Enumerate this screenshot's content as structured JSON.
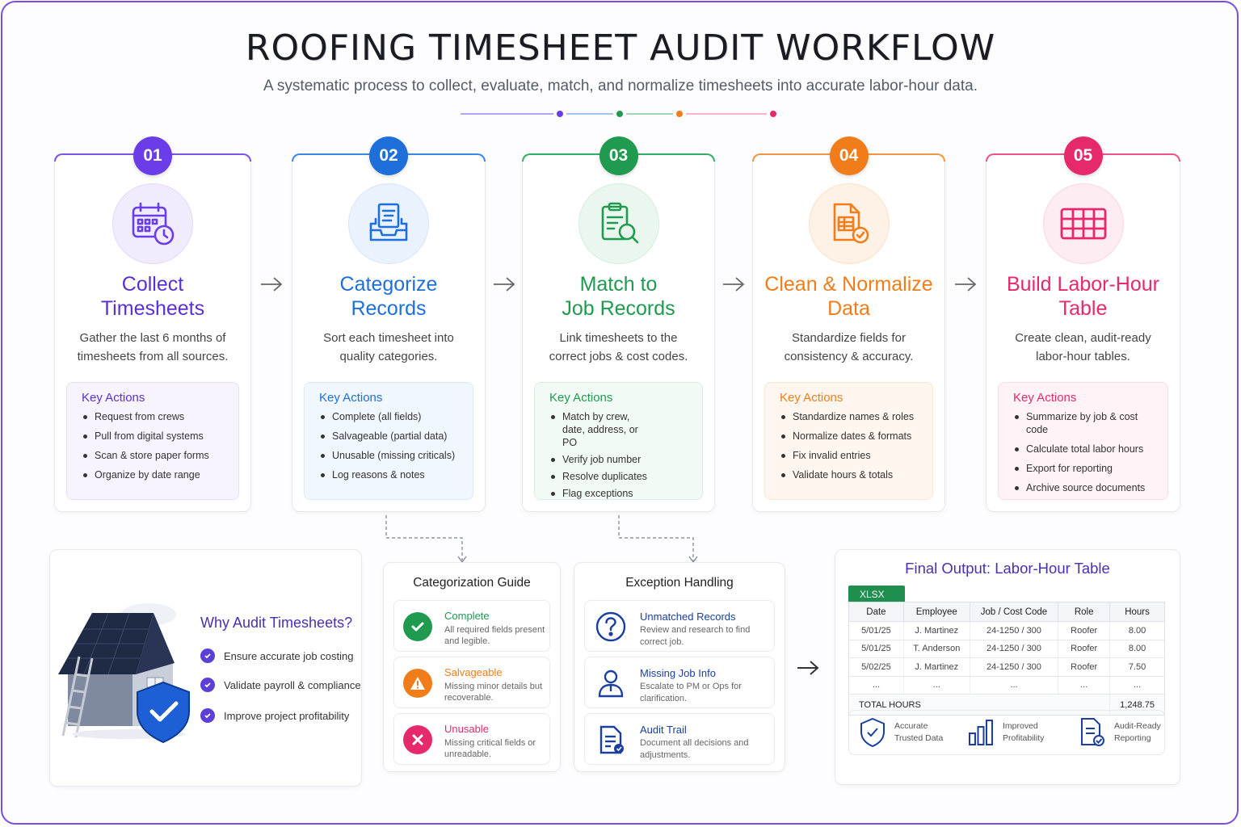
{
  "header": {
    "title": "ROOFING TIMESHEET AUDIT WORKFLOW",
    "subtitle": "A systematic process to collect, evaluate, match, and normalize timesheets into accurate labor-hour data."
  },
  "colors": {
    "purple": "#6a3de8",
    "blue": "#1e6fd9",
    "green": "#1f9a4f",
    "orange": "#f07d1a",
    "pink": "#e6296b"
  },
  "steps": [
    {
      "num": "01",
      "title_1": "Collect",
      "title_2": "Timesheets",
      "desc_1": "Gather the last 6 months of",
      "desc_2": "timesheets from all sources.",
      "icon": "calendar-clock-icon",
      "key_head": "Key Actions",
      "actions": [
        "Request from crews",
        "Pull from digital systems",
        "Scan & store paper forms",
        "Organize by date range"
      ]
    },
    {
      "num": "02",
      "title_1": "Categorize",
      "title_2": "Records",
      "desc_1": "Sort each timesheet into",
      "desc_2": "quality categories.",
      "icon": "inbox-document-icon",
      "key_head": "Key Actions",
      "actions": [
        "Complete (all fields)",
        "Salvageable (partial data)",
        "Unusable (missing criticals)",
        "Log reasons & notes"
      ]
    },
    {
      "num": "03",
      "title_1": "Match to",
      "title_2": "Job Records",
      "desc_1": "Link timesheets to the",
      "desc_2": "correct jobs & cost codes.",
      "icon": "clipboard-search-icon",
      "key_head": "Key Actions",
      "actions": [
        "Match by crew, date, address, or PO",
        "Verify job number",
        "Resolve duplicates",
        "Flag exceptions"
      ]
    },
    {
      "num": "04",
      "title_1": "Clean & Normalize",
      "title_2": "Data",
      "desc_1": "Standardize fields for",
      "desc_2": "consistency & accuracy.",
      "icon": "document-check-icon",
      "key_head": "Key Actions",
      "actions": [
        "Standardize names & roles",
        "Normalize dates & formats",
        "Fix invalid entries",
        "Validate hours & totals"
      ]
    },
    {
      "num": "05",
      "title_1": "Build Labor-Hour",
      "title_2": "Table",
      "desc_1": "Create clean, audit-ready",
      "desc_2": "labor-hour tables.",
      "icon": "table-grid-icon",
      "key_head": "Key Actions",
      "actions": [
        "Summarize by job & cost code",
        "Calculate total labor hours",
        "Export for reporting",
        "Archive source documents"
      ]
    }
  ],
  "why": {
    "title": "Why Audit Timesheets?",
    "items": [
      "Ensure accurate job costing",
      "Validate payroll & compliance",
      "Improve project profitability"
    ]
  },
  "guide": {
    "title": "Categorization Guide",
    "items": [
      {
        "label": "Complete",
        "desc": "All required fields present and legible."
      },
      {
        "label": "Salvageable",
        "desc": "Missing minor details but recoverable."
      },
      {
        "label": "Unusable",
        "desc": "Missing critical fields or unreadable."
      }
    ]
  },
  "exceptions": {
    "title": "Exception Handling",
    "items": [
      {
        "label": "Unmatched Records",
        "desc": "Review and research to find correct job."
      },
      {
        "label": "Missing Job Info",
        "desc": "Escalate to PM or Ops for clarification."
      },
      {
        "label": "Audit Trail",
        "desc": "Document all decisions and adjustments."
      }
    ]
  },
  "output": {
    "title": "Final Output: Labor-Hour Table",
    "tag": "XLSX",
    "columns": [
      "Date",
      "Employee",
      "Job / Cost Code",
      "Role",
      "Hours"
    ],
    "rows": [
      [
        "5/01/25",
        "J. Martinez",
        "24-1250 / 300",
        "Roofer",
        "8.00"
      ],
      [
        "5/01/25",
        "T. Anderson",
        "24-1250 / 300",
        "Roofer",
        "8.00"
      ],
      [
        "5/02/25",
        "J. Martinez",
        "24-1250 / 300",
        "Roofer",
        "7.50"
      ],
      [
        "...",
        "...",
        "...",
        "...",
        "..."
      ]
    ],
    "total_label": "TOTAL HOURS",
    "total_value": "1,248.75",
    "benefits": [
      {
        "line1": "Accurate",
        "line2": "Trusted Data"
      },
      {
        "line1": "Improved",
        "line2": "Profitability"
      },
      {
        "line1": "Audit-Ready",
        "line2": "Reporting"
      }
    ]
  }
}
